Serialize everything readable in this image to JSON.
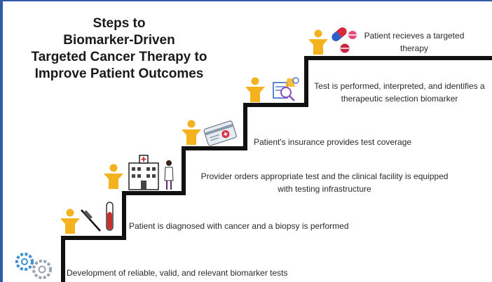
{
  "title": {
    "lines": [
      "Steps to",
      "Biomarker-Driven",
      "Targeted Cancer Therapy to",
      "Improve Patient Outcomes"
    ]
  },
  "steps": [
    {
      "lines": [
        "Development of reliable, valid, and relevant biomarker tests"
      ],
      "icons": [
        "gears-icon"
      ]
    },
    {
      "lines": [
        "Patient  is diagnosed with cancer and a biopsy is performed"
      ],
      "icons": [
        "person-icon",
        "biopsy-needle-icon",
        "test-tube-icon"
      ]
    },
    {
      "lines": [
        "Provider orders appropriate test and the clinical facility is equipped",
        "with testing infrastructure"
      ],
      "icons": [
        "person-icon",
        "hospital-icon",
        "doctor-icon"
      ]
    },
    {
      "lines": [
        "Patient's insurance provides test coverage"
      ],
      "icons": [
        "person-icon",
        "insurance-card-icon"
      ]
    },
    {
      "lines": [
        "Test is performed, interpreted, and identifies a",
        "therapeutic selection biomarker"
      ],
      "icons": [
        "person-icon",
        "lab-analysis-icon"
      ]
    },
    {
      "lines": [
        "Patient recieves a targeted",
        "therapy"
      ],
      "icons": [
        "person-icon",
        "medication-pills-icon"
      ]
    }
  ],
  "colors": {
    "background": "#ffffff",
    "left_border": "#2e5aa8",
    "top_border": "#2e5aa8",
    "stairs": "#111111",
    "person": "#f5b21f",
    "title_text": "#1a1a1a",
    "body_text": "#2a2a2a",
    "capsule_red": "#d8263a",
    "capsule_blue": "#2f5fc4",
    "pill_pink": "#e54b7c",
    "gear_blue": "#3d8fd6",
    "gear_gray": "#9aa3ad",
    "test_tube_red": "#c9302c"
  }
}
